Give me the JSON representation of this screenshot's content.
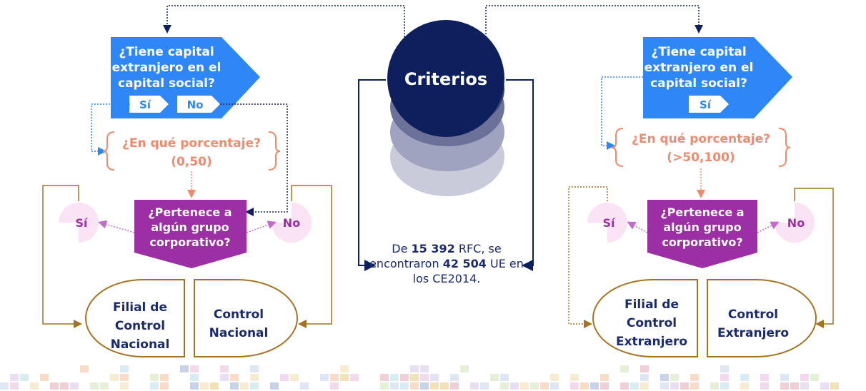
{
  "colors": {
    "blue": "#2f86f6",
    "navy": "#0d1f5c",
    "purple": "#9b2fa3",
    "salmon": "#f08a6e",
    "brown": "#a47321",
    "pink_circle": "#fbe3f6"
  },
  "center": {
    "title": "Criterios",
    "summary": {
      "prefix": "De ",
      "rfc_count": "15 392",
      "middle": " RFC, se encontraron ",
      "ue_count": "42 504",
      "suffix": " UE en los CE2014."
    }
  },
  "left": {
    "question": [
      "¿Tiene capital",
      "extranjero en el",
      "capital social?"
    ],
    "yes": "Sí",
    "no": "No",
    "percentage": [
      "¿En qué porcentaje?",
      "(0,50)"
    ],
    "group_question": [
      "¿Pertenece a",
      "algún grupo",
      "corporativo?"
    ],
    "group_yes": "Sí",
    "group_no": "No",
    "result_left": [
      "Filial de",
      "Control",
      "Nacional"
    ],
    "result_right": [
      "Control",
      "Nacional"
    ]
  },
  "right": {
    "question": [
      "¿Tiene capital",
      "extranjero en el",
      "capital social?"
    ],
    "yes": "Sí",
    "percentage": [
      "¿En qué porcentaje?",
      "(>50,100)"
    ],
    "group_question": [
      "¿Pertenece a",
      "algún grupo",
      "corporativo?"
    ],
    "group_yes": "Sí",
    "group_no": "No",
    "result_left": [
      "Filial de",
      "Control",
      "Extranjero"
    ],
    "result_right": [
      "Control",
      "Extranjero"
    ]
  }
}
